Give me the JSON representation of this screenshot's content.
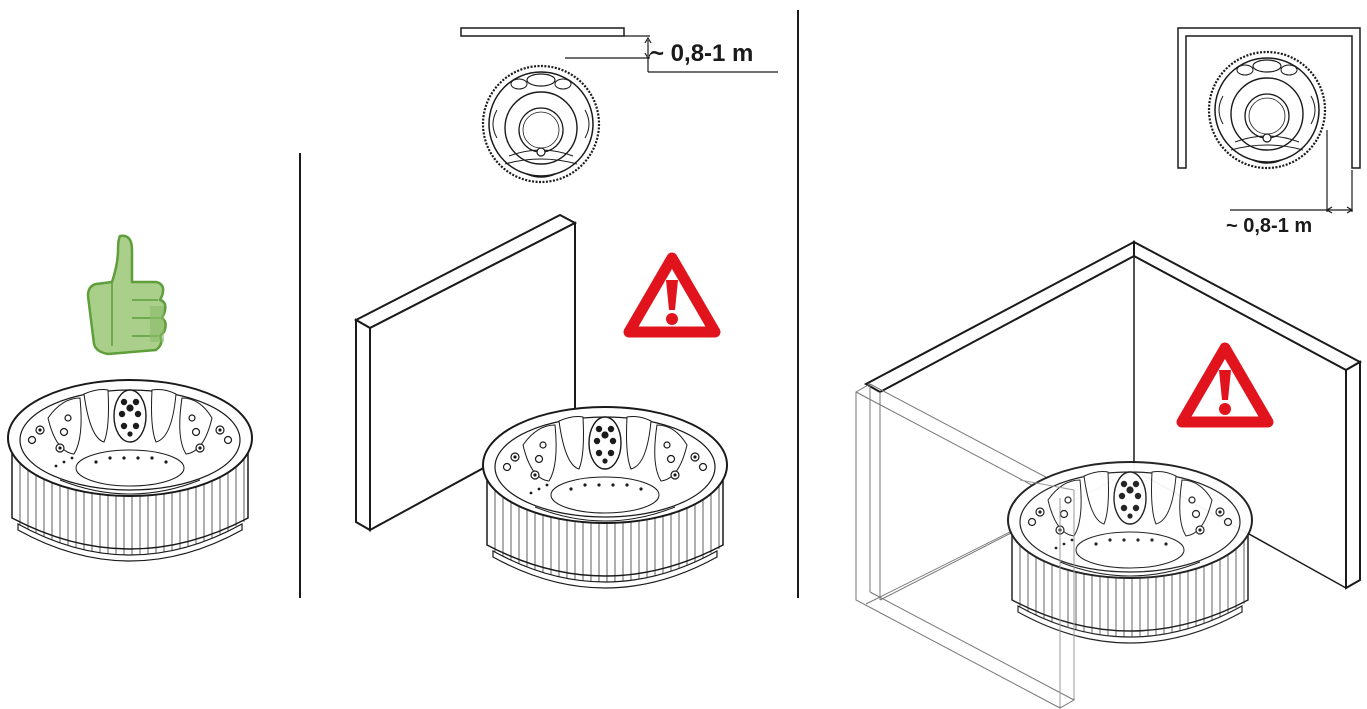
{
  "panels": [
    {
      "id": "left",
      "status": "ok",
      "icon": "thumbs-up-icon"
    },
    {
      "id": "middle",
      "status": "warning",
      "icon": "warning-icon",
      "distance_label": "~ 0,8-1 m"
    },
    {
      "id": "right",
      "status": "warning",
      "icon": "warning-icon",
      "distance_label": "~ 0,8-1 m"
    }
  ],
  "colors": {
    "warning": "#e1141e",
    "thumb_fill": "#a9cf8a",
    "thumb_stroke": "#5e9e3b",
    "line": "#1a1a1a"
  }
}
